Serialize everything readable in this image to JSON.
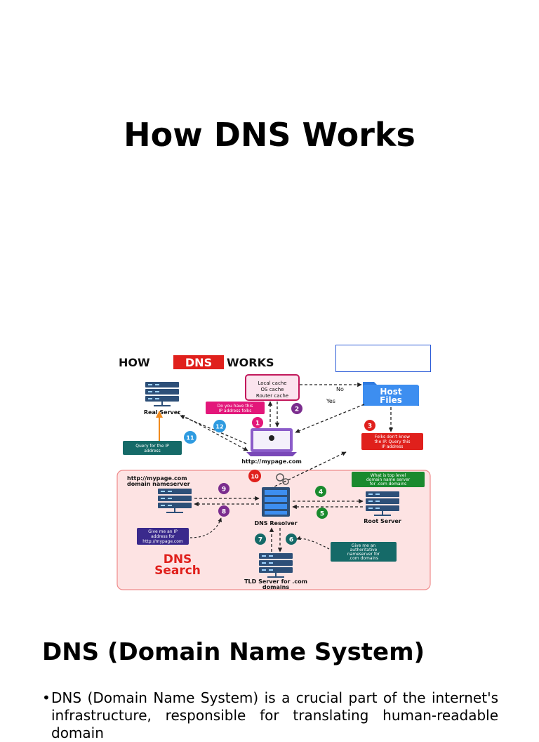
{
  "slide": {
    "title": "How DNS Works",
    "section_heading": "DNS (Domain Name System)",
    "bullets": [
      "DNS (Domain Name System) is a crucial part of the internet's infrastructure, responsible for translating human-readable domain"
    ]
  },
  "diagram": {
    "header_left": "HOW",
    "header_mid": "DNS",
    "header_right": "WORKS",
    "nodes": {
      "cache_box": [
        "Local cache",
        "OS cache",
        "Router cache"
      ],
      "host_files": [
        "Host",
        "Files"
      ],
      "real_server": "Real Server",
      "laptop_label": "http://mypage.com",
      "mypage_ns": [
        "http://mypage.com",
        "domain nameserver"
      ],
      "dns_resolver": "DNS Resolver",
      "root_server": "Root Server",
      "tld_server": [
        "TLD Server for .com",
        "domains"
      ],
      "dns_search": [
        "DNS",
        "Search"
      ]
    },
    "edge_labels": {
      "no": "No",
      "yes": "Yes"
    },
    "callouts": {
      "ask_ip": [
        "Do you have this",
        "IP address folks"
      ],
      "dont_know": [
        "Folks don't know",
        "the IP. Query this",
        "IP address"
      ],
      "query_ip": [
        "Query for the IP",
        "address"
      ],
      "top_level": [
        "What is top level",
        "domain name server",
        "for .com domains"
      ],
      "give_ip": [
        "Give me an IP",
        "address for",
        "http://mypage.com"
      ],
      "give_auth": [
        "Give me an",
        "authoritative",
        "nameserver for",
        ".com domains"
      ]
    },
    "steps": [
      "1",
      "2",
      "3",
      "4",
      "5",
      "6",
      "7",
      "8",
      "9",
      "10",
      "11",
      "12"
    ],
    "colors": {
      "red": "#e0201c",
      "pink": "#e3177a",
      "purple": "#7b2d8e",
      "green": "#1a8a2e",
      "teal": "#156a68",
      "navy": "#3a2a8c",
      "blue_folder": "#2f7be0",
      "orange_arrow": "#f08a1c",
      "panel_bg": "#fde3e3",
      "panel_border": "#ef8a8a",
      "server": "#2d4f78"
    }
  }
}
